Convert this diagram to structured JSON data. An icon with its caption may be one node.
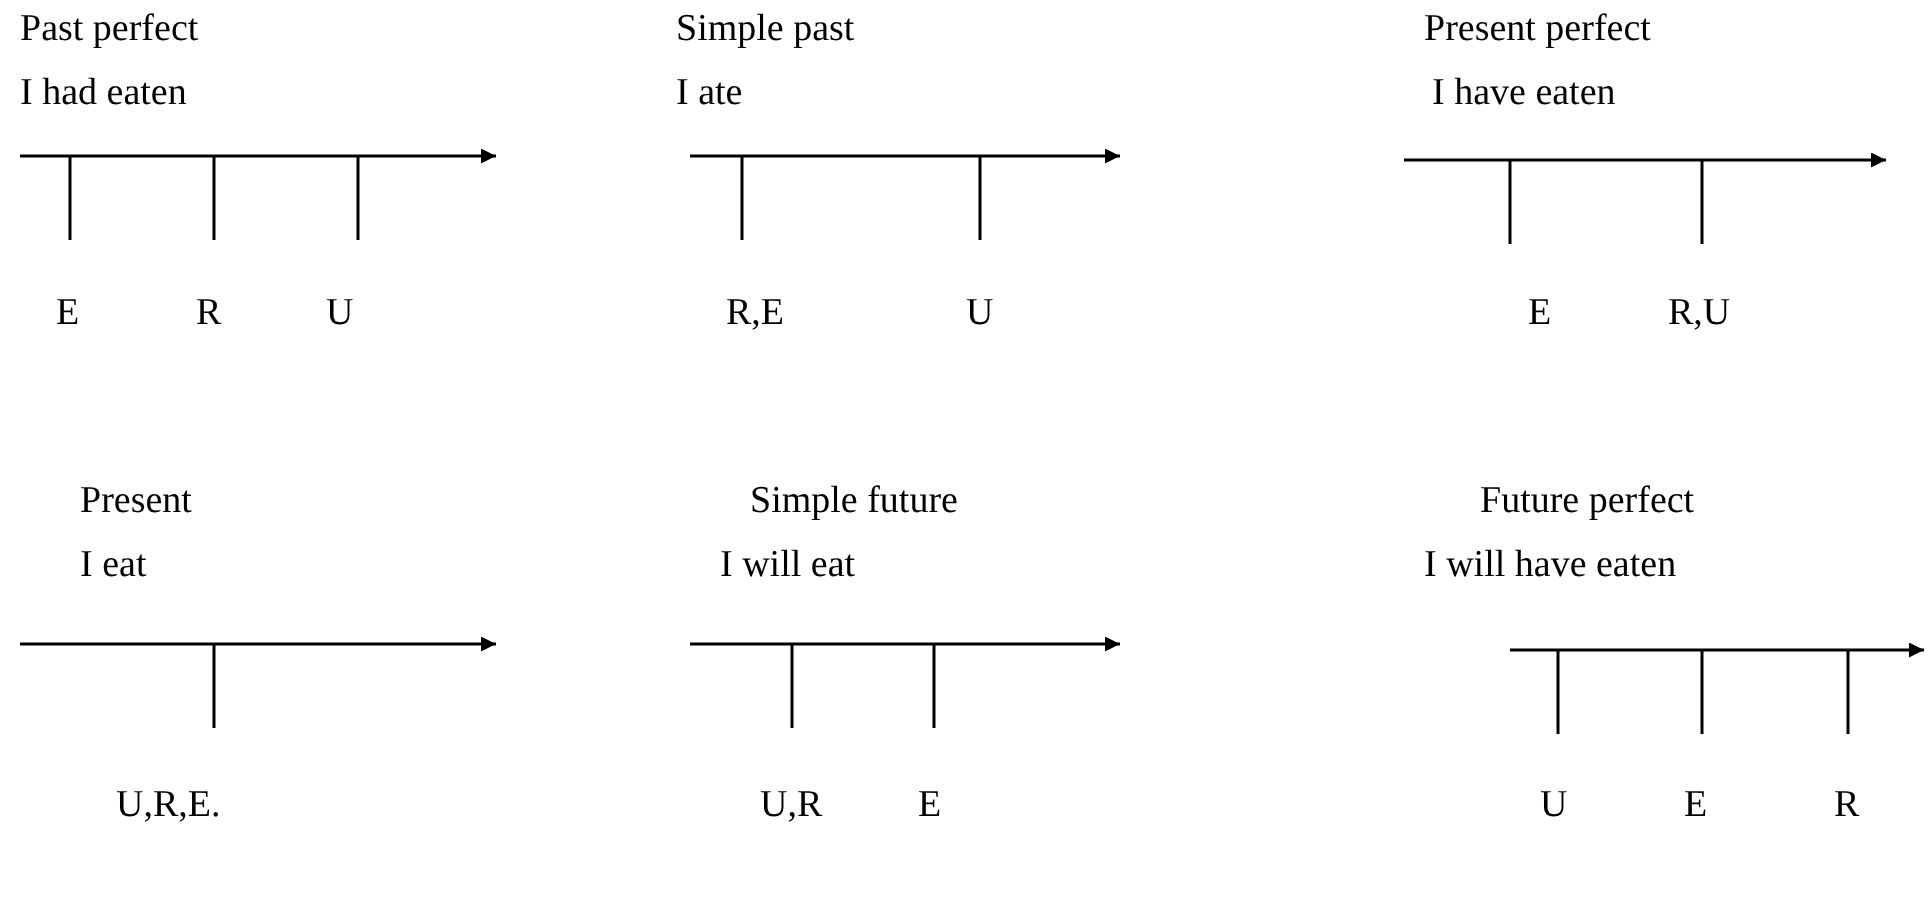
{
  "diagram": {
    "labels": [
      "Past perfect",
      "Simple past",
      "Present perfect",
      "I had eaten",
      "I ate",
      "I have eaten",
      "E",
      "R",
      "U",
      "R,E",
      "U",
      "E",
      "R,U",
      "Present",
      "Simple future",
      "Future perfect",
      "I eat",
      "I will eat",
      "I will have eaten",
      "U,R,E.",
      "U,R",
      "E",
      "U",
      "E",
      "R"
    ]
  }
}
